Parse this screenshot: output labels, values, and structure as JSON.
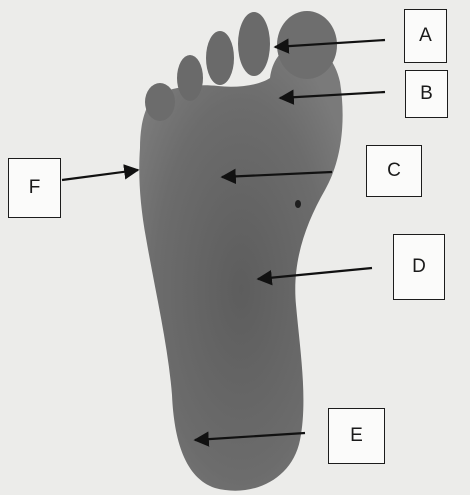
{
  "diagram": {
    "labels": {
      "a": "A",
      "b": "B",
      "c": "C",
      "d": "D",
      "e": "E",
      "f": "F"
    },
    "colors": {
      "background": "#ececea",
      "sole": "#6c6c6c",
      "sole_dark": "#5a5a5a",
      "arrow": "#111111",
      "box_fill": "#fbfbfa",
      "box_border": "#1c1c1c"
    }
  }
}
